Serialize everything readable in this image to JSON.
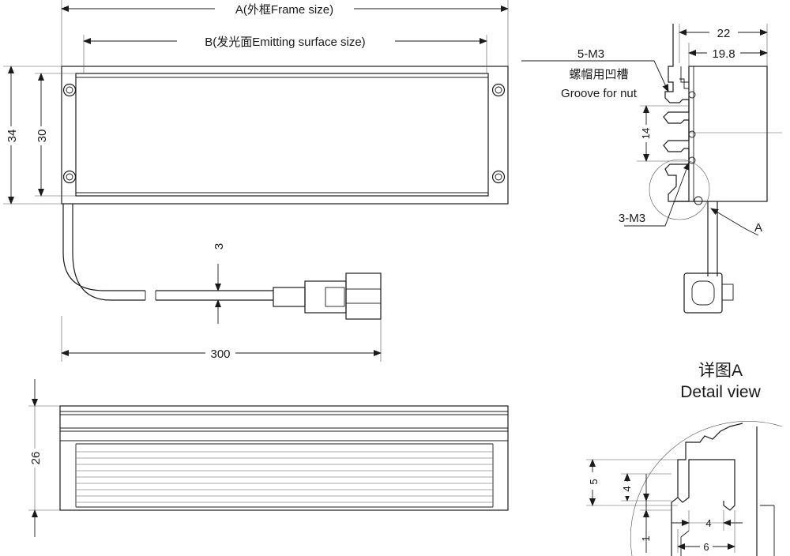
{
  "labels": {
    "frame_size": "A(外框Frame size)",
    "emitting_size": "B(发光面Emitting surface size)",
    "dim_34": "34",
    "dim_30": "30",
    "dim_3": "3",
    "dim_300": "300",
    "dim_26": "26",
    "dim_22": "22",
    "dim_19_8": "19.8",
    "dim_14": "14",
    "screw_5m3": "5-M3",
    "groove_cn": "螺帽用凹槽",
    "groove_en": "Groove for nut",
    "screw_3m3": "3-M3",
    "detail_ref": "A",
    "detail_title_cn": "详图A",
    "detail_title_en": "Detail view",
    "dim_5": "5",
    "dim_4v": "4",
    "dim_1": "1",
    "dim_4h": "4",
    "dim_6": "6"
  }
}
